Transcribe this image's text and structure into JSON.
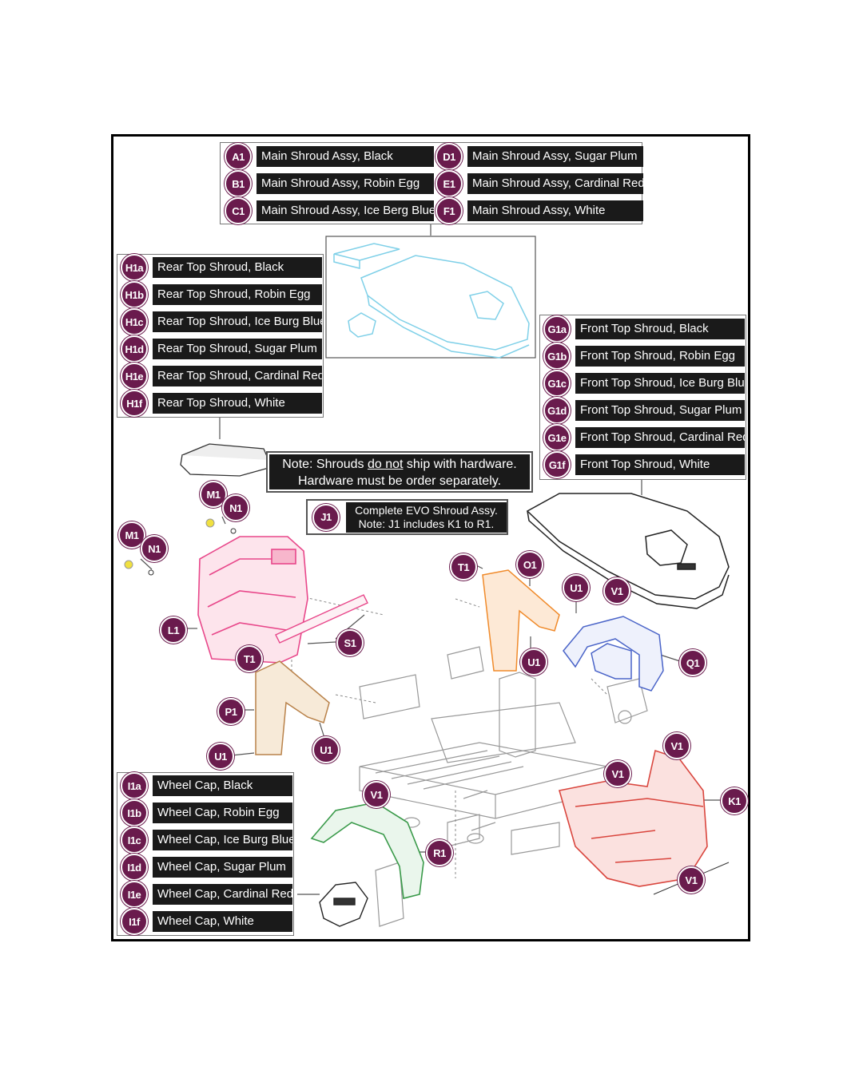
{
  "main_shroud_legend": [
    {
      "code": "A1",
      "label": "Main Shroud Assy, Black"
    },
    {
      "code": "B1",
      "label": "Main Shroud Assy, Robin Egg"
    },
    {
      "code": "C1",
      "label": "Main Shroud Assy, Ice Berg Blue"
    },
    {
      "code": "D1",
      "label": "Main Shroud Assy, Sugar Plum"
    },
    {
      "code": "E1",
      "label": "Main Shroud Assy, Cardinal Red"
    },
    {
      "code": "F1",
      "label": "Main Shroud Assy, White"
    }
  ],
  "rear_top_legend": [
    {
      "code": "H1a",
      "label": "Rear Top Shroud, Black"
    },
    {
      "code": "H1b",
      "label": "Rear Top Shroud, Robin Egg"
    },
    {
      "code": "H1c",
      "label": "Rear Top Shroud, Ice Burg Blue"
    },
    {
      "code": "H1d",
      "label": "Rear Top Shroud, Sugar Plum"
    },
    {
      "code": "H1e",
      "label": "Rear Top Shroud, Cardinal Red"
    },
    {
      "code": "H1f",
      "label": "Rear Top Shroud, White"
    }
  ],
  "front_top_legend": [
    {
      "code": "G1a",
      "label": "Front Top Shroud, Black"
    },
    {
      "code": "G1b",
      "label": "Front Top Shroud, Robin Egg"
    },
    {
      "code": "G1c",
      "label": "Front Top Shroud, Ice Burg Blue"
    },
    {
      "code": "G1d",
      "label": "Front Top Shroud, Sugar Plum"
    },
    {
      "code": "G1e",
      "label": "Front Top Shroud, Cardinal Red"
    },
    {
      "code": "G1f",
      "label": "Front Top Shroud, White"
    }
  ],
  "wheel_cap_legend": [
    {
      "code": "I1a",
      "label": "Wheel Cap, Black"
    },
    {
      "code": "I1b",
      "label": "Wheel Cap, Robin Egg"
    },
    {
      "code": "I1c",
      "label": "Wheel Cap, Ice Burg Blue"
    },
    {
      "code": "I1d",
      "label": "Wheel Cap, Sugar Plum"
    },
    {
      "code": "I1e",
      "label": "Wheel Cap, Cardinal Red"
    },
    {
      "code": "I1f",
      "label": "Wheel Cap, White"
    }
  ],
  "hardware_note": {
    "line1_prefix": "Note: Shrouds ",
    "line1_emphasis": "do not",
    "line1_suffix": " ship with hardware.",
    "line2": "Hardware must be order separately."
  },
  "kit_note": {
    "code": "J1",
    "line1": "Complete EVO Shroud Assy.",
    "line2": "Note: J1 includes K1 to R1."
  },
  "callouts": {
    "m1": "M1",
    "n1": "N1",
    "l1": "L1",
    "s1": "S1",
    "t1": "T1",
    "p1": "P1",
    "u1": "U1",
    "o1": "O1",
    "v1": "V1",
    "q1": "Q1",
    "k1": "K1",
    "r1": "R1"
  },
  "colors": {
    "badge": "#6a1b4d",
    "main_shroud_outline": "#7fd0e8",
    "rear_panel": "#e8478a",
    "front_panel": "#d9453d",
    "fender_left": "#3a9a4a",
    "fender_right": "#4a64c8",
    "bracket_orange": "#f08a2a",
    "bracket_brown": "#b9824a",
    "washer": "#f0e040"
  }
}
